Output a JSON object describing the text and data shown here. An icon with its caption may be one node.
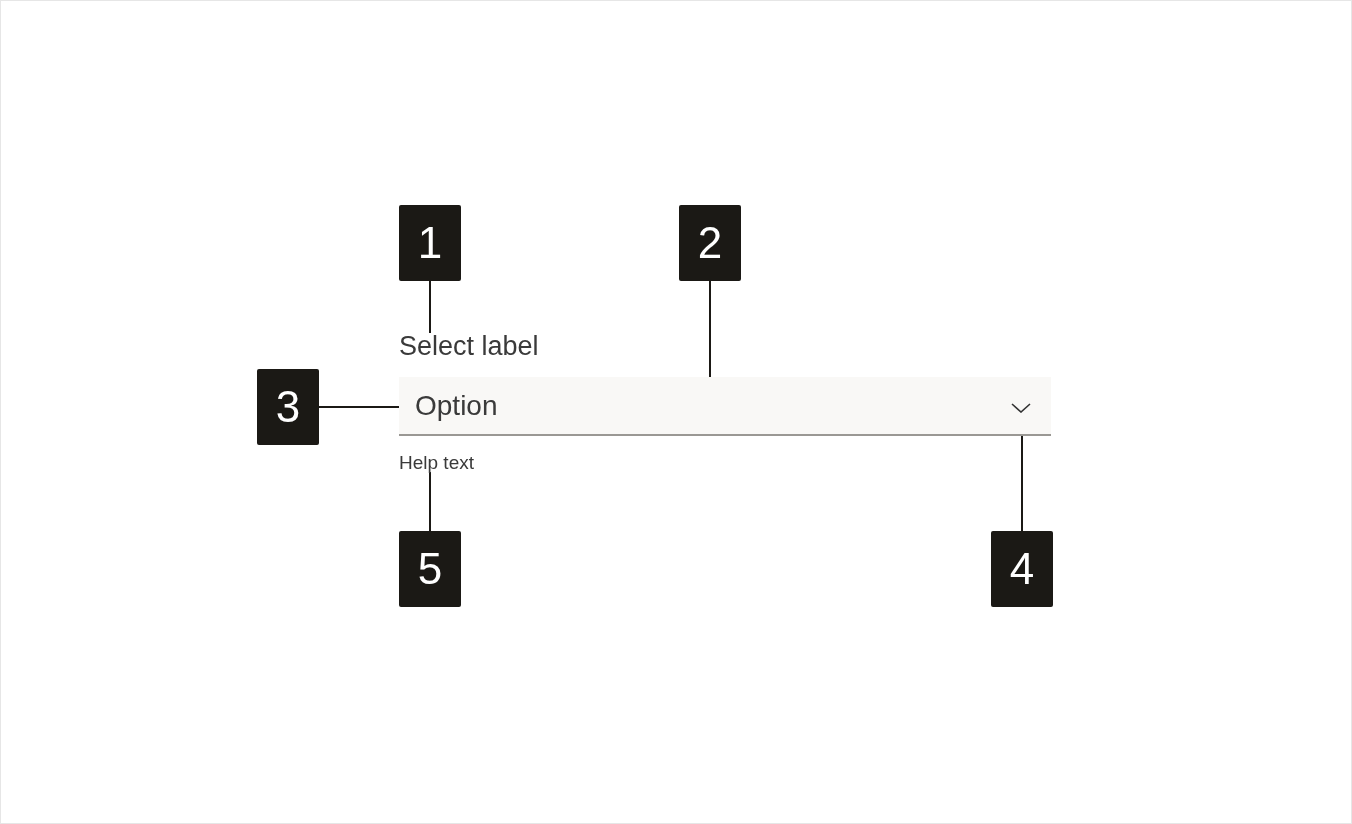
{
  "diagram": {
    "nodes": [
      {
        "text": [
          "1"
        ]
      },
      {
        "text": [
          "2"
        ]
      },
      {
        "text": [
          "Select label"
        ]
      },
      {
        "text": [
          "3"
        ]
      },
      {
        "text": [],
        "shape": "box"
      },
      {
        "text": [
          "Option"
        ],
        "in": 4
      },
      {
        "text": [],
        "shape": "chevron",
        "in": 4
      },
      {
        "text": [
          "Help text"
        ]
      },
      {
        "text": [
          "5"
        ]
      },
      {
        "text": [
          "4"
        ]
      }
    ],
    "edges": [
      {
        "from": 0,
        "to": 2,
        "arrow": "none"
      },
      {
        "from": 1,
        "to": 4,
        "arrow": "none"
      },
      {
        "from": 3,
        "to": 5,
        "arrow": "none"
      },
      {
        "from": 9,
        "to": 6,
        "arrow": "none"
      },
      {
        "from": 8,
        "to": 7,
        "arrow": "none"
      }
    ]
  }
}
